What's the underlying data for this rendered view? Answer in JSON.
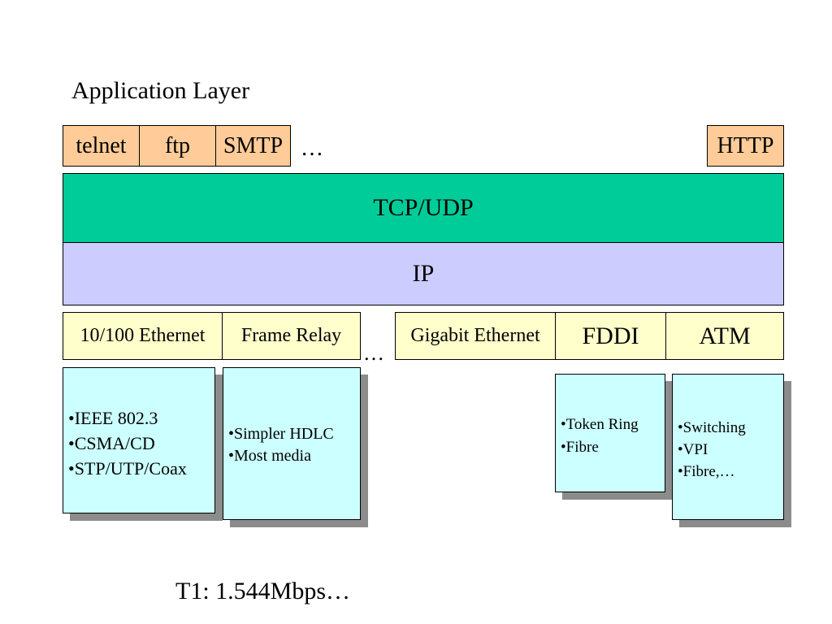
{
  "title": "Application Layer",
  "apps": {
    "telnet": "telnet",
    "ftp": "ftp",
    "smtp": "SMTP",
    "ellipsis": "…",
    "http": "HTTP"
  },
  "transport": "TCP/UDP",
  "network": "IP",
  "link": {
    "ethernet": "10/100 Ethernet",
    "frame_relay": "Frame Relay",
    "ellipsis": "…",
    "gigabit": "Gigabit Ethernet",
    "fddi": "FDDI",
    "atm": "ATM"
  },
  "notes": {
    "ethernet": [
      "•IEEE 802.3",
      "•CSMA/CD",
      "•STP/UTP/Coax"
    ],
    "frame_relay": [
      "•Simpler HDLC",
      "•Most media"
    ],
    "fddi": [
      "•Token Ring",
      "•Fibre"
    ],
    "atm": [
      "•Switching",
      "•VPI",
      "•Fibre,…"
    ]
  },
  "footer": "T1: 1.544Mbps…",
  "colors": {
    "app_fill": "#ffcc99",
    "tcp_fill": "#00cc99",
    "ip_fill": "#ccccff",
    "link_fill": "#ffffcc",
    "note_fill": "#ccffff",
    "shadow": "#8c8c8c"
  }
}
